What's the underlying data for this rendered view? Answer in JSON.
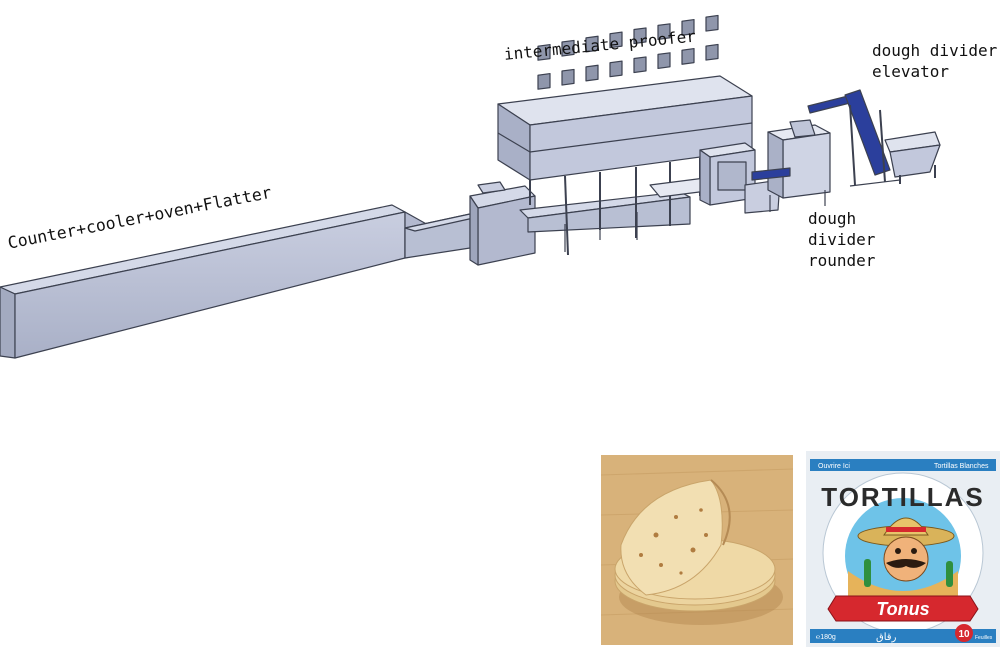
{
  "labels": {
    "counter_line": "Counter+cooler+oven+Flatter",
    "intermediate_proofer": "intermediate proofer",
    "dough_divider_elevator": [
      "dough divider",
      "elevator"
    ],
    "dough_divider_rounder": [
      "dough",
      "divider",
      "rounder"
    ]
  },
  "package": {
    "top_left": "Ouvrire Ici",
    "top_right": "Tortillas Blanches",
    "title": "TORTILLAS",
    "brand": "Tonus",
    "weight": "℮180g",
    "arabic": "رقاق",
    "count": "10",
    "count_unit": "Feuilles"
  },
  "colors": {
    "machine_face": "#bcc3d8",
    "machine_top": "#d4d9e8",
    "machine_edge": "#3c4150",
    "elevator_blue": "#2b3f9c",
    "wood": "#d8b27a",
    "tortilla": "#efd9a6",
    "pack_sky": "#6ec3e8",
    "pack_ribbon": "#d6282e"
  }
}
